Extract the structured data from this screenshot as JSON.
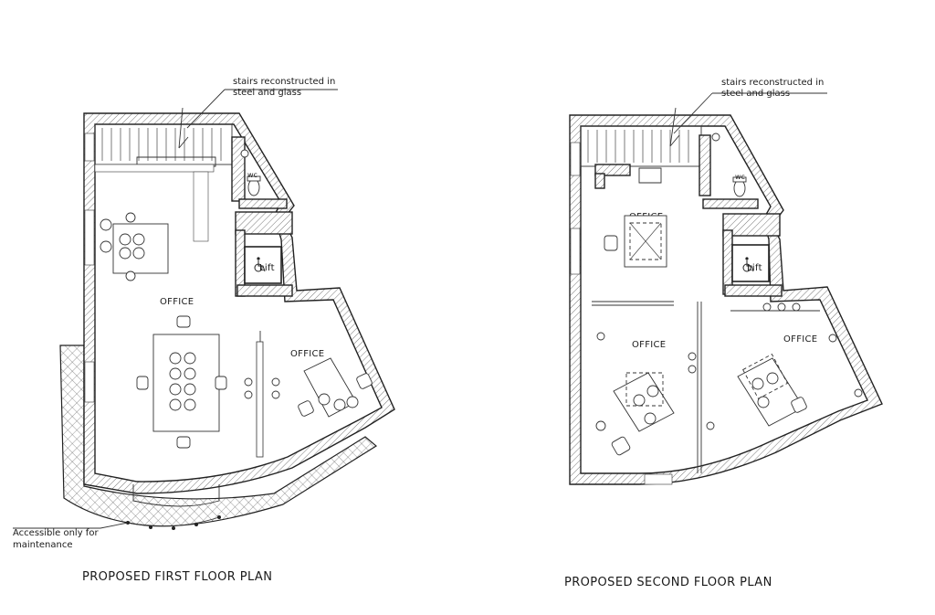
{
  "first_floor": {
    "title": "PROPOSED FIRST FLOOR PLAN",
    "stairs_note_line1": "stairs reconstructed in",
    "stairs_note_line2": "steel and glass",
    "wc_label": "wc",
    "lift_label": "Lift",
    "office_main_label": "OFFICE",
    "office_side_label": "OFFICE",
    "maintenance_note_line1": "Accessible only for",
    "maintenance_note_line2": "maintenance"
  },
  "second_floor": {
    "title": "PROPOSED SECOND FLOOR PLAN",
    "stairs_note_line1": "stairs reconstructed in",
    "stairs_note_line2": "steel and glass",
    "wc_label": "wc",
    "lift_label": "Lift",
    "office_top_label": "OFFICE",
    "office_left_label": "OFFICE",
    "office_right_label": "OFFICE"
  }
}
